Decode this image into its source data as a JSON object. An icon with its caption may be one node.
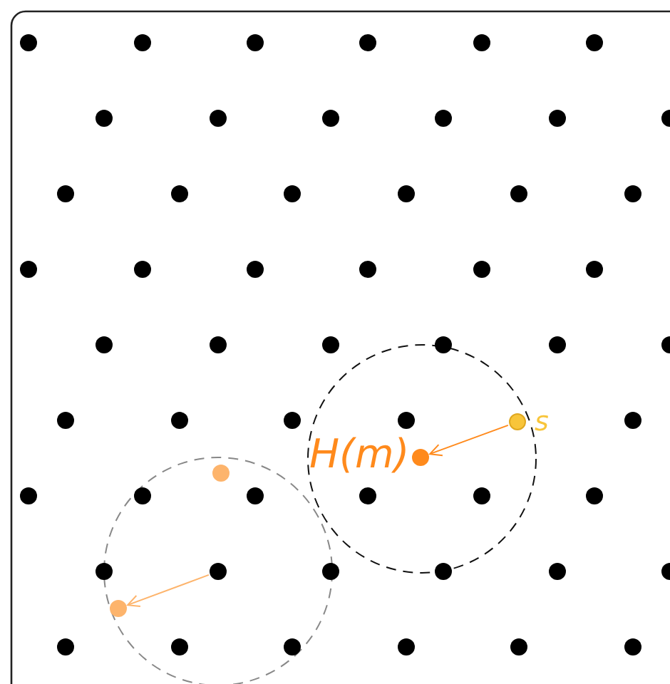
{
  "diagram": {
    "nodes": [
      {
        "text": [],
        "shape": "circle",
        "beside": [
          "s"
        ]
      },
      {
        "text": [],
        "shape": "circle",
        "beside": [
          "H(m)"
        ]
      },
      {
        "text": [],
        "shape": "circle"
      },
      {
        "text": [],
        "shape": "circle"
      },
      {
        "text": [],
        "shape": "circle"
      }
    ],
    "edges": [
      {
        "from": 0,
        "to": 1,
        "arrow": "to",
        "color": "#ff8a1c"
      },
      {
        "from": 3,
        "to": 4,
        "arrow": "to",
        "color": "#fdb46c"
      }
    ]
  }
}
